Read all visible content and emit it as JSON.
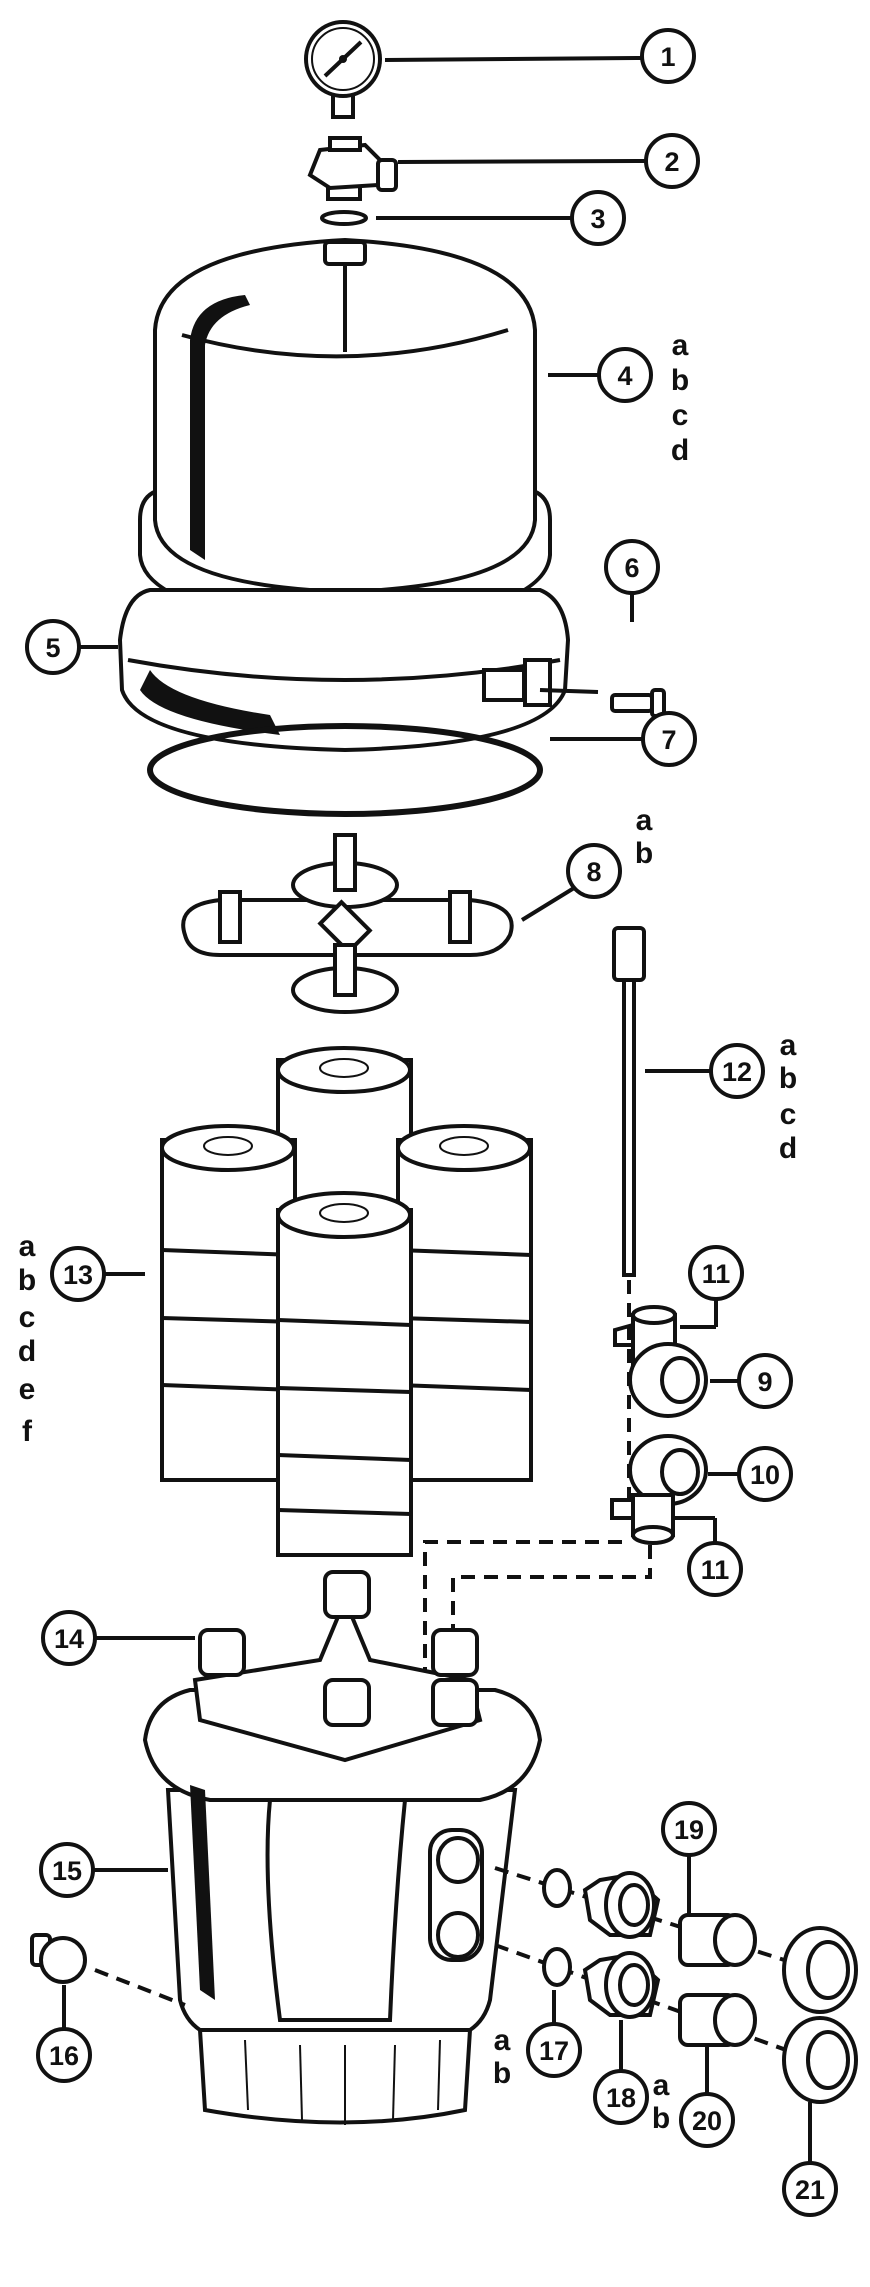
{
  "diagram": {
    "type": "exploded-parts-diagram",
    "callouts": [
      {
        "id": "1",
        "label": "1"
      },
      {
        "id": "2",
        "label": "2"
      },
      {
        "id": "3",
        "label": "3"
      },
      {
        "id": "4",
        "label": "4",
        "variants": [
          "a",
          "b",
          "c",
          "d"
        ]
      },
      {
        "id": "5",
        "label": "5"
      },
      {
        "id": "6",
        "label": "6"
      },
      {
        "id": "7",
        "label": "7"
      },
      {
        "id": "8",
        "label": "8",
        "variants": [
          "a",
          "b"
        ]
      },
      {
        "id": "9",
        "label": "9"
      },
      {
        "id": "10",
        "label": "10"
      },
      {
        "id": "11a",
        "label": "11"
      },
      {
        "id": "11b",
        "label": "11"
      },
      {
        "id": "12",
        "label": "12",
        "variants": [
          "a",
          "b",
          "c",
          "d"
        ]
      },
      {
        "id": "13",
        "label": "13",
        "variants": [
          "a",
          "b",
          "c",
          "d",
          "e",
          "f"
        ]
      },
      {
        "id": "14",
        "label": "14"
      },
      {
        "id": "15",
        "label": "15"
      },
      {
        "id": "16",
        "label": "16"
      },
      {
        "id": "17",
        "label": "17",
        "variants": [
          "a",
          "b"
        ]
      },
      {
        "id": "18",
        "label": "18",
        "variants": [
          "a",
          "b"
        ]
      },
      {
        "id": "19",
        "label": "19"
      },
      {
        "id": "20",
        "label": "20"
      },
      {
        "id": "21",
        "label": "21"
      }
    ]
  }
}
